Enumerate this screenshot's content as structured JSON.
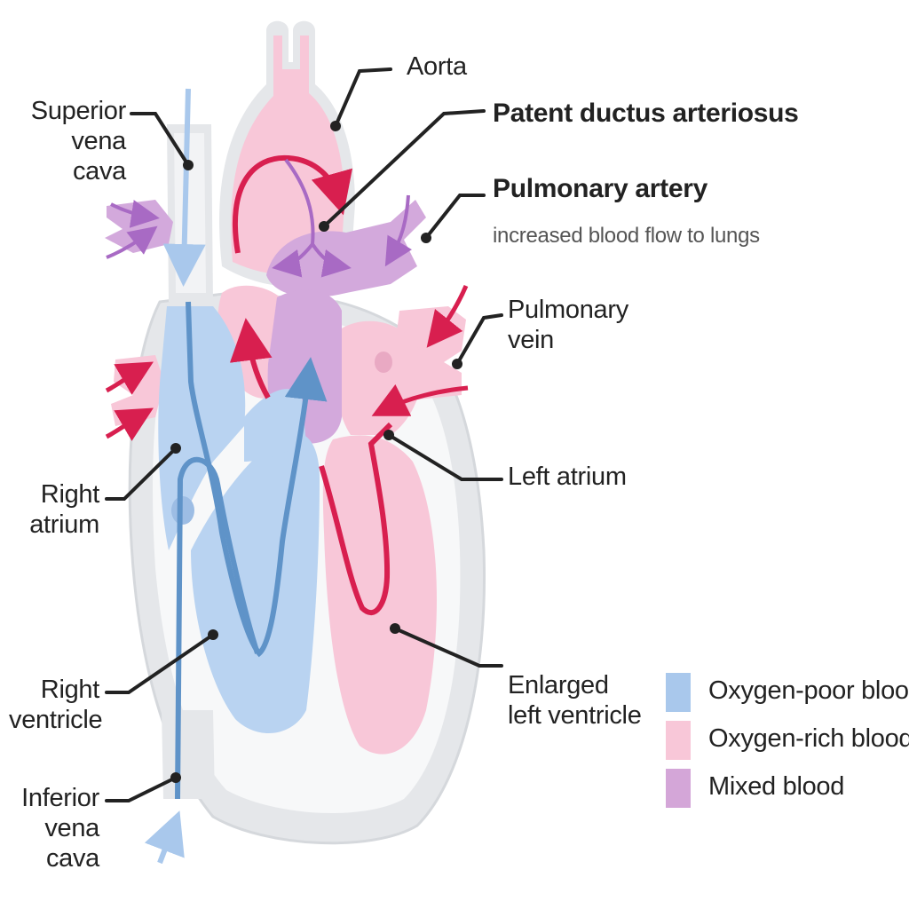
{
  "labels": {
    "aorta": "Aorta",
    "pda": "Patent ductus arteriosus",
    "pulmonary_artery": "Pulmonary artery",
    "pulmonary_artery_note": "increased blood flow to lungs",
    "pulmonary_vein": [
      "Pulmonary",
      "vein"
    ],
    "left_atrium": "Left atrium",
    "enlarged_left_ventricle": [
      "Enlarged",
      "left ventricle"
    ],
    "superior_vena_cava": [
      "Superior",
      "vena cava"
    ],
    "right_atrium": [
      "Right",
      "atrium"
    ],
    "right_ventricle": [
      "Right",
      "ventricle"
    ],
    "inferior_vena_cava": [
      "Inferior",
      "vena cava"
    ]
  },
  "legend": [
    {
      "label": "Oxygen-poor blood",
      "color": "#a9c8ec"
    },
    {
      "label": "Oxygen-rich blood",
      "color": "#f8c7d8"
    },
    {
      "label": "Mixed blood",
      "color": "#d4a6d8"
    }
  ],
  "colors": {
    "oxygen_poor": "#b9d3f1",
    "oxygen_poor_arrow": "#5f93c8",
    "oxygen_rich": "#f8c7d8",
    "oxygen_rich_arrow": "#d81f4f",
    "mixed": "#d3a9dc",
    "mixed_arrow": "#a86ac4",
    "tissue": "#e5e7ea",
    "leader": "#222222"
  }
}
